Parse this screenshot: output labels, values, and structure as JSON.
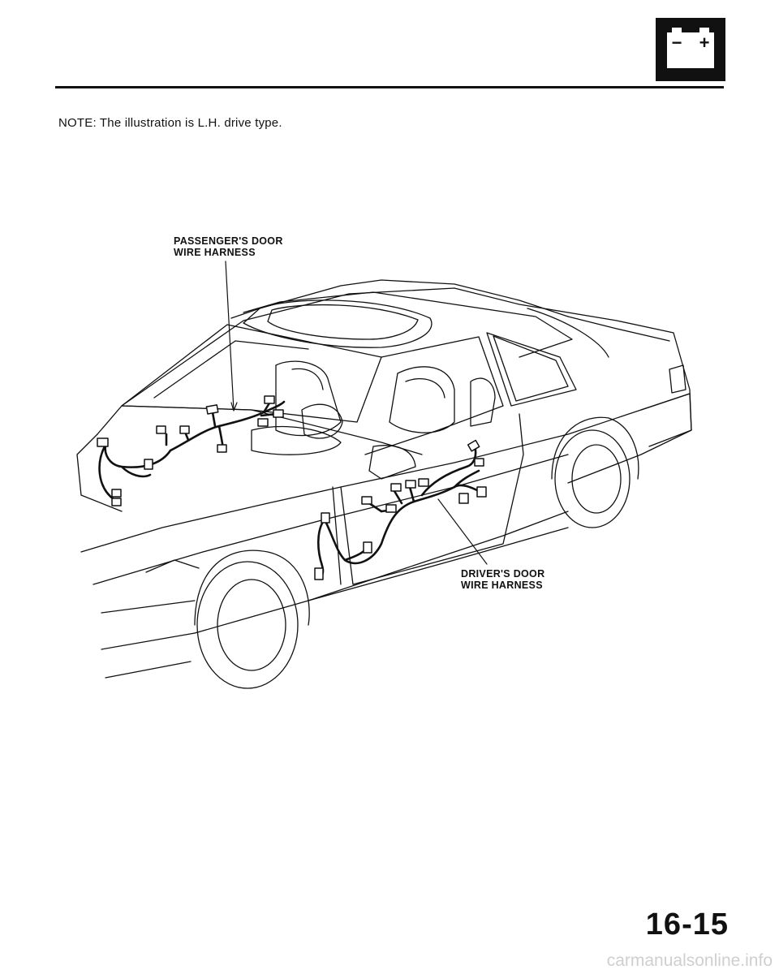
{
  "header": {
    "battery_icon": "battery-icon",
    "battery_minus": "−",
    "battery_plus": "+"
  },
  "note": "NOTE: The illustration is L.H. drive type.",
  "callouts": {
    "passenger_door": {
      "line1": "PASSENGER'S DOOR",
      "line2": "WIRE HARNESS"
    },
    "driver_door": {
      "line1": "DRIVER'S DOOR",
      "line2": "WIRE HARNESS"
    }
  },
  "page_number": "16-15",
  "watermark": "carmanualsonline.info",
  "colors": {
    "ink": "#111111",
    "paper": "#ffffff",
    "watermark": "#cfcfcf"
  }
}
